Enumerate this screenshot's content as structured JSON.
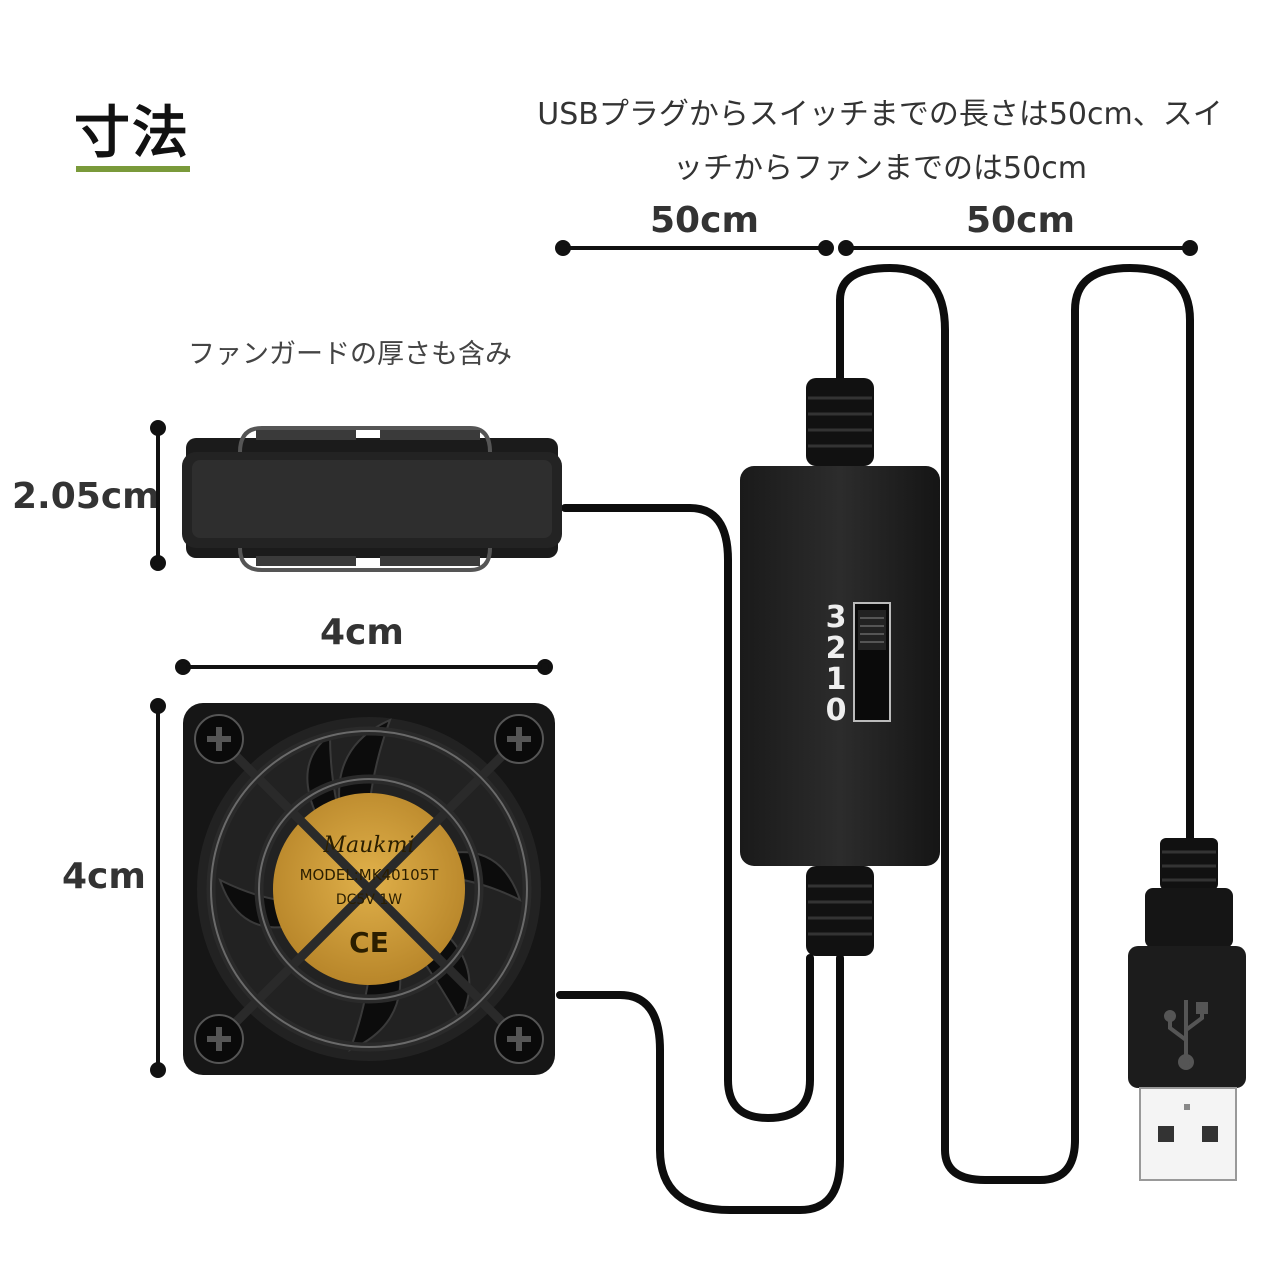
{
  "heading": {
    "title": "寸法",
    "accent_color": "#7a9a3a"
  },
  "description": {
    "line1": "USBプラグからスイッチまでの長さは50cm、スイ",
    "line2": "ッチからファンまでのは50cm"
  },
  "note": "ファンガードの厚さも含み",
  "dimensions": {
    "cable_usb_to_switch": "50cm",
    "cable_switch_to_fan": "50cm",
    "fan_thickness": "2.05cm",
    "fan_width": "4cm",
    "fan_height": "4cm"
  },
  "fan_label": {
    "brand": "Maukmi",
    "model": "MODEL:MK40105T",
    "rating": "DC5V   1W",
    "mark": "CE"
  },
  "switch_levels": [
    "3",
    "2",
    "1",
    "0"
  ],
  "icons": [
    "usb-icon",
    "screw-icon"
  ]
}
